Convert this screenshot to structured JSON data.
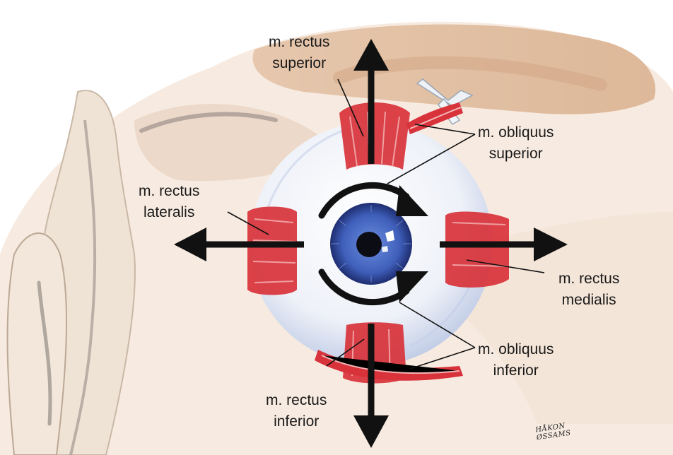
{
  "labels": {
    "rectus_superior": {
      "line1": "m. rectus",
      "line2": "superior"
    },
    "obliquus_superior": {
      "line1": "m. obliquus",
      "line2": "superior"
    },
    "rectus_lateralis": {
      "line1": "m. rectus",
      "line2": "lateralis"
    },
    "rectus_medialis": {
      "line1": "m. rectus",
      "line2": "medialis"
    },
    "obliquus_inferior": {
      "line1": "m. obliquus",
      "line2": "inferior"
    },
    "rectus_inferior": {
      "line1": "m. rectus",
      "line2": "inferior"
    }
  },
  "signature": {
    "line1": "HÅKON",
    "line2": "ØSSAMS"
  },
  "colors": {
    "skin": "#ecd3bf",
    "skin_shadow": "#d6b49a",
    "bone": "#efe4d8",
    "muscle": "#d8323a",
    "muscle_light": "#f2a0a0",
    "sclera": "#f6f7fb",
    "sclera_shade": "#c9d3ea",
    "iris": "#3d5cb4",
    "iris_dark": "#1f2f73",
    "arrow": "#111111"
  }
}
